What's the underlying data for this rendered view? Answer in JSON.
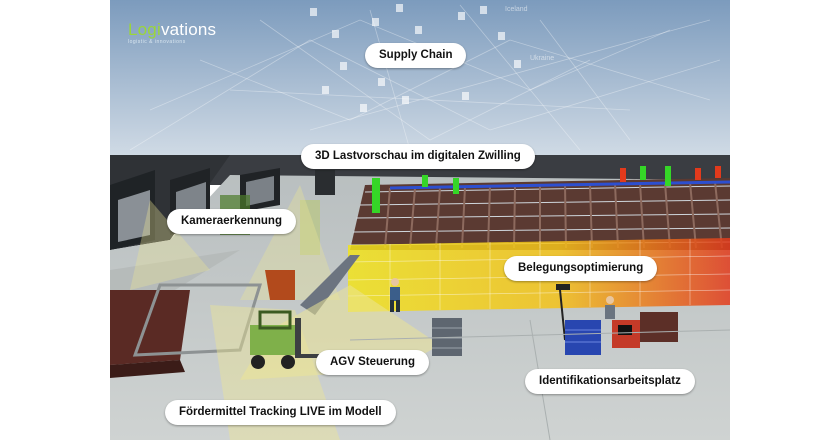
{
  "brand": {
    "logo_part1": "Logi",
    "logo_part2": "vations",
    "logo_tagline": "logistic & innovations",
    "accent_color": "#9bd63a"
  },
  "map": {
    "labels": [
      "Iceland",
      "Ukraine"
    ]
  },
  "callouts": {
    "supply_chain": "Supply Chain",
    "load_preview": "3D Lastvorschau im digitalen Zwilling",
    "camera_recognition": "Kameraerkennung",
    "occupancy_optimization": "Belegungsoptimierung",
    "agv_control": "AGV Steuerung",
    "identification_workstation": "Identifikationsarbeitsplatz",
    "conveyor_tracking": "Fördermittel Tracking LIVE im Modell"
  },
  "colors": {
    "sky_top": "#7c9bbd",
    "sky_bottom": "#cdd8e4",
    "heatmap_yellow": "#f2e41c",
    "heatmap_red": "#e23a1c",
    "sensor_green": "#35d627",
    "floor": "#c4c9c9"
  },
  "icons": [
    "map-pin-icon",
    "forklift-icon",
    "camera-icon",
    "person-icon"
  ]
}
